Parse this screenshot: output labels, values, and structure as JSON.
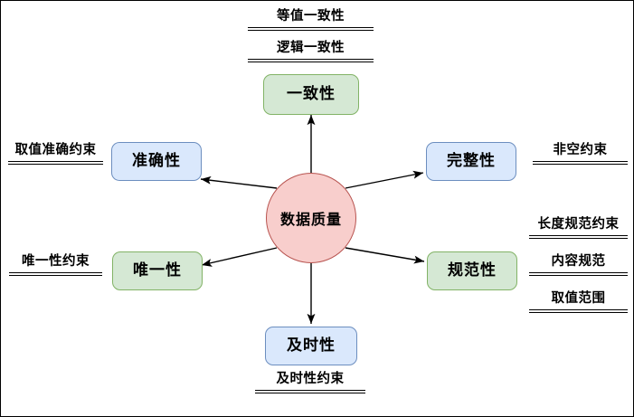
{
  "diagram": {
    "type": "radial-mindmap",
    "title": "数据质量",
    "center": {
      "label": "数据质量",
      "fill": "#f8cecc",
      "stroke": "#b85450"
    },
    "colors": {
      "green_fill": "#d5e8d4",
      "green_stroke": "#82b366",
      "blue_fill": "#dae8fc",
      "blue_stroke": "#6c8ebf",
      "pink_fill": "#f8cecc",
      "pink_stroke": "#b85450",
      "edge": "#000000",
      "border": "#000000"
    },
    "branches": [
      {
        "id": "consistency",
        "label": "一致性",
        "style": "green",
        "direction": "up",
        "constraints": [
          "等值一致性",
          "逻辑一致性"
        ]
      },
      {
        "id": "accuracy",
        "label": "准确性",
        "style": "blue",
        "direction": "upper-left",
        "constraints": [
          "取值准确约束"
        ]
      },
      {
        "id": "completeness",
        "label": "完整性",
        "style": "blue",
        "direction": "upper-right",
        "constraints": [
          "非空约束"
        ]
      },
      {
        "id": "uniqueness",
        "label": "唯一性",
        "style": "green",
        "direction": "lower-left",
        "constraints": [
          "唯一性约束"
        ]
      },
      {
        "id": "normativity",
        "label": "规范性",
        "style": "green",
        "direction": "lower-right",
        "constraints": [
          "长度规范约束",
          "内容规范",
          "取值范围"
        ]
      },
      {
        "id": "timeliness",
        "label": "及时性",
        "style": "blue",
        "direction": "down",
        "constraints": [
          "及时性约束"
        ]
      }
    ]
  }
}
